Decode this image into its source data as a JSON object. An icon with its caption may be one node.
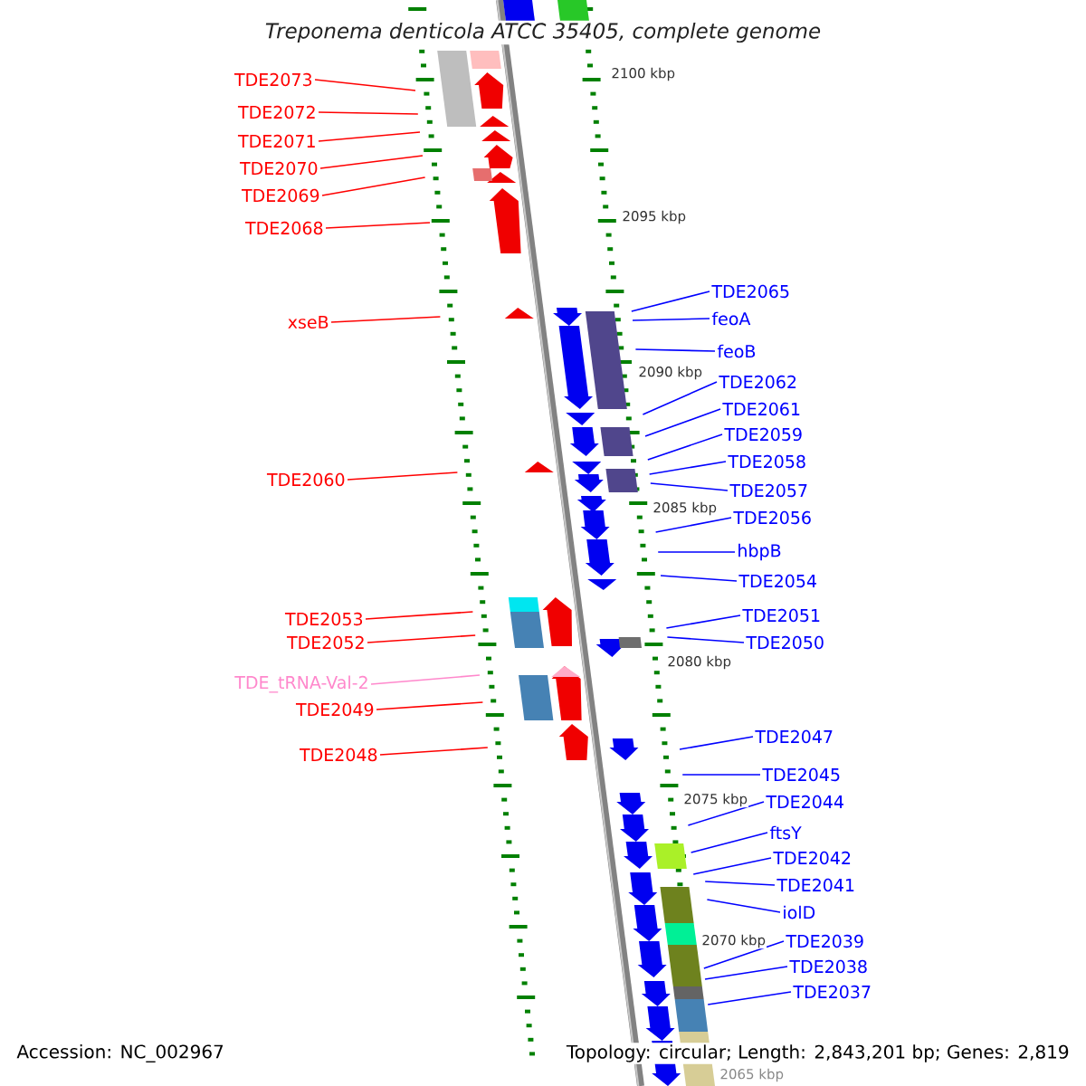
{
  "diagram": {
    "title": "*Treponema denticola* ATCC 35405, complete genome",
    "nodes": [
      {
        "text": [
          "TDE2073"
        ]
      },
      {
        "text": [
          "TDE2072"
        ]
      },
      {
        "text": [
          "TDE2071"
        ]
      },
      {
        "text": [
          "TDE2070"
        ]
      },
      {
        "text": [
          "TDE2069"
        ]
      },
      {
        "text": [
          "TDE2068"
        ]
      },
      {
        "text": [
          "xseB"
        ]
      },
      {
        "text": [
          "TDE2060"
        ]
      },
      {
        "text": [
          "TDE2053"
        ]
      },
      {
        "text": [
          "TDE2052"
        ]
      },
      {
        "text": [
          "TDE_tRNA-Val-2"
        ]
      },
      {
        "text": [
          "TDE2049"
        ]
      },
      {
        "text": [
          "TDE2048"
        ]
      },
      {
        "text": [
          "TDE2065"
        ]
      },
      {
        "text": [
          "feoA"
        ]
      },
      {
        "text": [
          "feoB"
        ]
      },
      {
        "text": [
          "TDE2062"
        ]
      },
      {
        "text": [
          "TDE2061"
        ]
      },
      {
        "text": [
          "TDE2059"
        ]
      },
      {
        "text": [
          "TDE2058"
        ]
      },
      {
        "text": [
          "TDE2057"
        ]
      },
      {
        "text": [
          "TDE2056"
        ]
      },
      {
        "text": [
          "hbpB"
        ]
      },
      {
        "text": [
          "TDE2054"
        ]
      },
      {
        "text": [
          "TDE2051"
        ]
      },
      {
        "text": [
          "TDE2050"
        ]
      },
      {
        "text": [
          "TDE2047"
        ]
      },
      {
        "text": [
          "TDE2045"
        ]
      },
      {
        "text": [
          "TDE2044"
        ]
      },
      {
        "text": [
          "ftsY"
        ]
      },
      {
        "text": [
          "TDE2042"
        ]
      },
      {
        "text": [
          "TDE2041"
        ]
      },
      {
        "text": [
          "iolD"
        ]
      },
      {
        "text": [
          "TDE2039"
        ]
      },
      {
        "text": [
          "TDE2038"
        ]
      },
      {
        "text": [
          "TDE2037"
        ]
      }
    ],
    "edges": [
      {
        "from": 0,
        "to": null,
        "arrow": "none",
        "color": "#ff0000"
      },
      {
        "from": 1,
        "to": null,
        "arrow": "none",
        "color": "#ff0000"
      },
      {
        "from": 2,
        "to": null,
        "arrow": "none",
        "color": "#ff0000"
      },
      {
        "from": 3,
        "to": null,
        "arrow": "none",
        "color": "#ff0000"
      },
      {
        "from": 4,
        "to": null,
        "arrow": "none",
        "color": "#ff0000"
      },
      {
        "from": 5,
        "to": null,
        "arrow": "none",
        "color": "#ff0000"
      },
      {
        "from": 6,
        "to": null,
        "arrow": "none",
        "color": "#ff0000"
      },
      {
        "from": 7,
        "to": null,
        "arrow": "none",
        "color": "#ff0000"
      },
      {
        "from": 8,
        "to": null,
        "arrow": "none",
        "color": "#ff0000"
      },
      {
        "from": 9,
        "to": null,
        "arrow": "none",
        "color": "#ff0000"
      },
      {
        "from": 10,
        "to": null,
        "arrow": "none",
        "color": "#ff88cc"
      },
      {
        "from": 11,
        "to": null,
        "arrow": "none",
        "color": "#ff0000"
      },
      {
        "from": 12,
        "to": null,
        "arrow": "none",
        "color": "#ff0000"
      },
      {
        "from": 13,
        "to": null,
        "arrow": "none"
      },
      {
        "from": 14,
        "to": null,
        "arrow": "none"
      },
      {
        "from": 15,
        "to": null,
        "arrow": "none"
      },
      {
        "from": 16,
        "to": null,
        "arrow": "none"
      },
      {
        "from": 17,
        "to": null,
        "arrow": "none"
      },
      {
        "from": 18,
        "to": null,
        "arrow": "none"
      },
      {
        "from": 19,
        "to": null,
        "arrow": "none"
      },
      {
        "from": 20,
        "to": null,
        "arrow": "none"
      },
      {
        "from": 21,
        "to": null,
        "arrow": "none"
      },
      {
        "from": 22,
        "to": null,
        "arrow": "none"
      },
      {
        "from": 23,
        "to": null,
        "arrow": "none"
      },
      {
        "from": 24,
        "to": null,
        "arrow": "none"
      },
      {
        "from": 25,
        "to": null,
        "arrow": "none"
      },
      {
        "from": 26,
        "to": null,
        "arrow": "none"
      },
      {
        "from": 27,
        "to": null,
        "arrow": "none"
      },
      {
        "from": 28,
        "to": null,
        "arrow": "none"
      },
      {
        "from": 29,
        "to": null,
        "arrow": "none"
      },
      {
        "from": 30,
        "to": null,
        "arrow": "none"
      },
      {
        "from": 31,
        "to": null,
        "arrow": "none"
      },
      {
        "from": 32,
        "to": null,
        "arrow": "none"
      },
      {
        "from": 33,
        "to": null,
        "arrow": "none"
      },
      {
        "from": 34,
        "to": null,
        "arrow": "none"
      },
      {
        "from": 35,
        "to": null,
        "arrow": "none"
      }
    ],
    "labels": [
      "2100 kbp",
      "2095 kbp",
      "2090 kbp",
      "2085 kbp",
      "2080 kbp",
      "2075 kbp",
      "2070 kbp",
      "2065 kbp",
      "Accession: NC_002967",
      "Topology: circular; Length: 2,843,201 bp; Genes: 2,819"
    ]
  }
}
